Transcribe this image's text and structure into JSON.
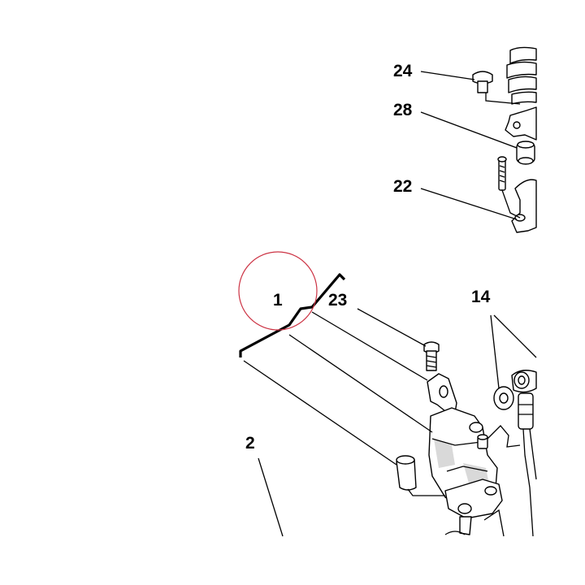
{
  "diagram": {
    "labels": {
      "l24": "24",
      "l28": "28",
      "l22": "22",
      "l1": "1",
      "l23": "23",
      "l14": "14",
      "l2": "2"
    },
    "colors": {
      "line": "#000000",
      "highlight_circle": "#cc3344",
      "background": "#ffffff"
    },
    "highlighted_callout": "1"
  }
}
